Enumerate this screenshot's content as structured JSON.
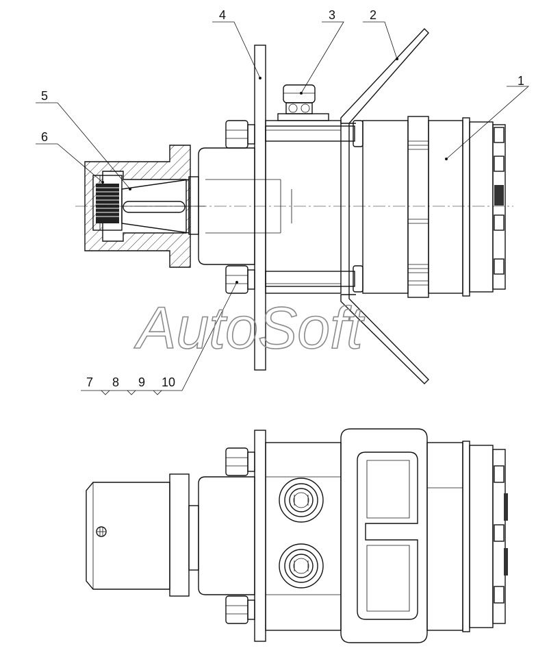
{
  "callouts": [
    {
      "id": "1",
      "text": "1"
    },
    {
      "id": "2",
      "text": "2"
    },
    {
      "id": "3",
      "text": "3"
    },
    {
      "id": "4",
      "text": "4"
    },
    {
      "id": "5",
      "text": "5"
    },
    {
      "id": "6",
      "text": "6"
    },
    {
      "id": "7",
      "text": "7"
    },
    {
      "id": "8",
      "text": "8"
    },
    {
      "id": "9",
      "text": "9"
    },
    {
      "id": "10",
      "text": "10"
    }
  ],
  "watermark": "AutoSoft",
  "colors": {
    "line": "#111111",
    "watermark": "#8a8a8a",
    "background": "#ffffff"
  }
}
